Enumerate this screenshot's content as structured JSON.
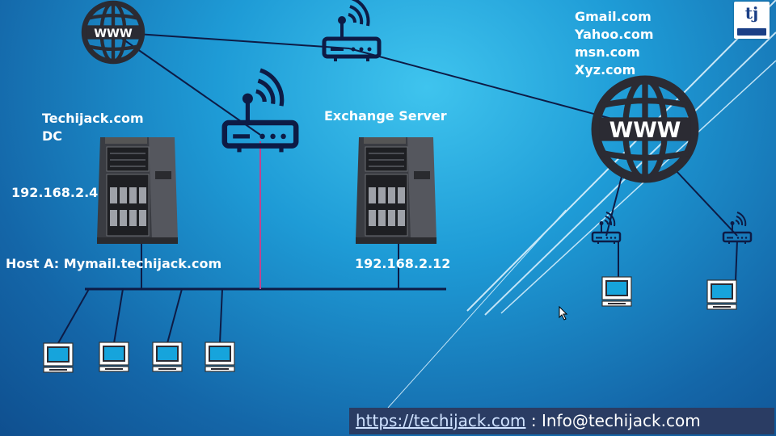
{
  "labels": {
    "dc_name": "Techijack.com",
    "dc_role": "DC",
    "dc_ip": "192.168.2.4",
    "host_record": "Host  A: Mymail.techijack.com",
    "exchange_title": "Exchange Server",
    "exchange_ip": "192.168.2.12"
  },
  "domains": [
    "Gmail.com",
    "Yahoo.com",
    "msn.com",
    "Xyz.com"
  ],
  "globe_text": "WWW",
  "logo": {
    "mark": "tj"
  },
  "footer": {
    "url": "https://techijack.com",
    "separator": " : ",
    "email": "Info@techijack.com"
  },
  "colors": {
    "line_dark": "#0d1b45",
    "line_pink": "#c0448f",
    "footer_bg": "#2a3c63",
    "logo_blue": "#1b3f86"
  },
  "icons": [
    "www-globe-icon",
    "wireless-router-icon",
    "tower-server-icon",
    "computer-monitor-icon",
    "mouse-cursor-icon"
  ]
}
